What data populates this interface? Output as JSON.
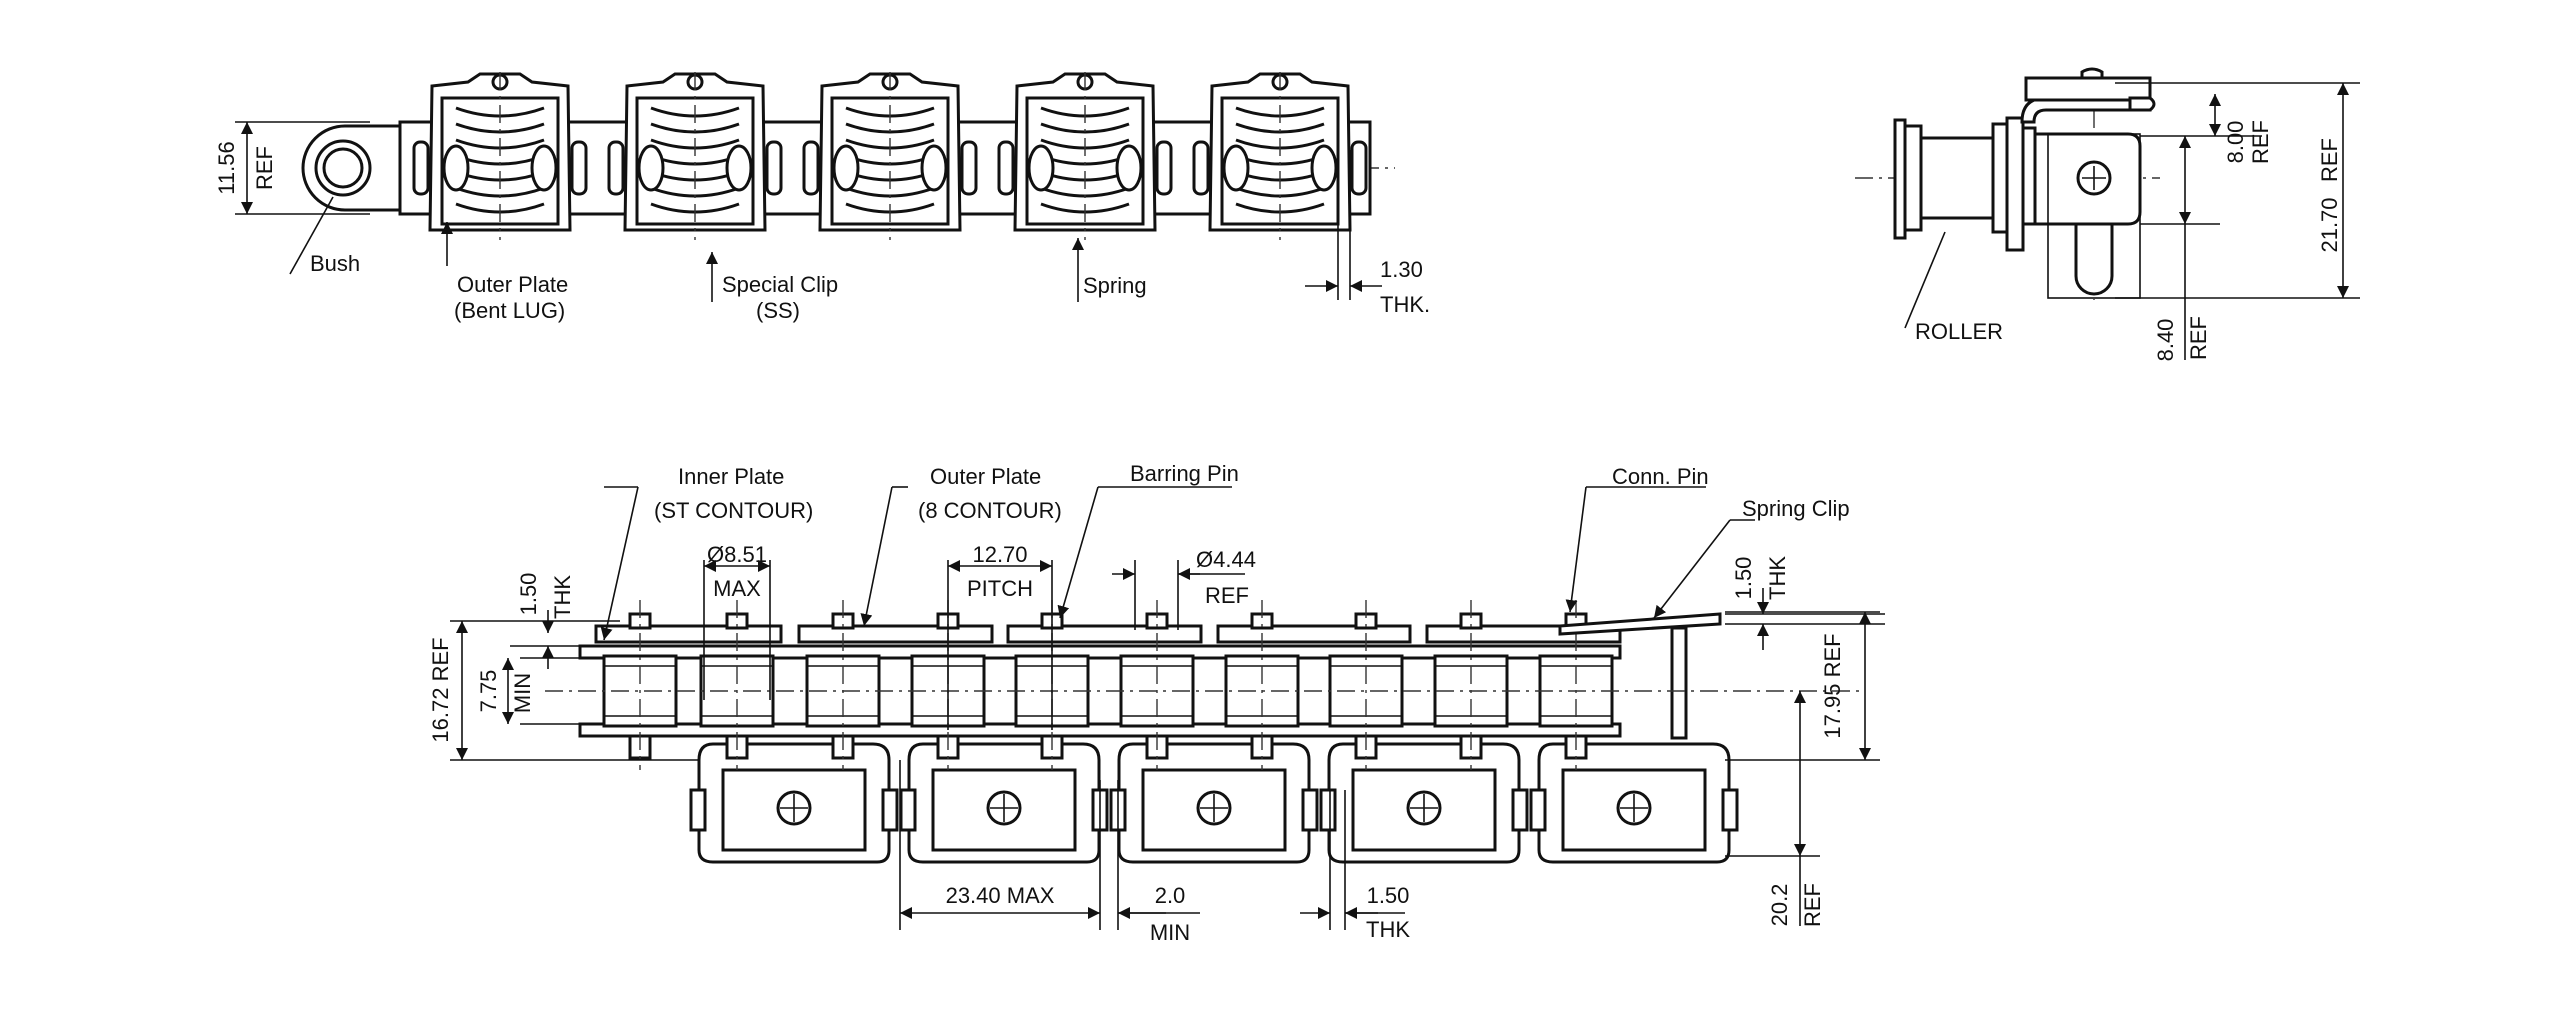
{
  "side_view": {
    "labels": {
      "bush": "Bush",
      "outer_plate_1": "Outer Plate",
      "outer_plate_2": "(Bent LUG)",
      "special_clip_1": "Special Clip",
      "special_clip_2": "(SS)",
      "spring": "Spring"
    },
    "dims": {
      "height_value": "11.56",
      "height_ref": "REF",
      "thk_value": "1.30",
      "thk_unit": "THK."
    }
  },
  "end_view": {
    "labels": {
      "roller": "ROLLER"
    },
    "dims": {
      "a_value": "8.00",
      "a_ref": "REF",
      "b_value": "21.70",
      "b_ref": "REF",
      "c_value": "8.40",
      "c_ref": "REF"
    }
  },
  "plan_view": {
    "labels": {
      "inner_plate_1": "Inner Plate",
      "inner_plate_2": "(ST CONTOUR)",
      "outer_plate_1": "Outer Plate",
      "outer_plate_2": "(8 CONTOUR)",
      "barring_pin": "Barring Pin",
      "conn_pin": "Conn. Pin",
      "spring_clip": "Spring Clip"
    },
    "dims": {
      "roller_dia": "Ø8.51",
      "roller_dia_max": "MAX",
      "pitch_value": "12.70",
      "pitch_label": "PITCH",
      "pin_dia": "Ø4.44",
      "pin_dia_ref": "REF",
      "plate_thk_left": "1.50",
      "plate_thk_left_unit": "THK",
      "plate_thk_right": "1.50",
      "plate_thk_right_unit": "THK",
      "inner_width_value": "7.75",
      "inner_width_min": "MIN",
      "overall_left": "16.72 REF",
      "overall_right": "17.95 REF",
      "lug_height_value": "20.2",
      "lug_height_ref": "REF",
      "lug_width": "23.40 MAX",
      "gap_value": "2.0",
      "gap_min": "MIN",
      "lug_thk_value": "1.50",
      "lug_thk_unit": "THK"
    }
  }
}
